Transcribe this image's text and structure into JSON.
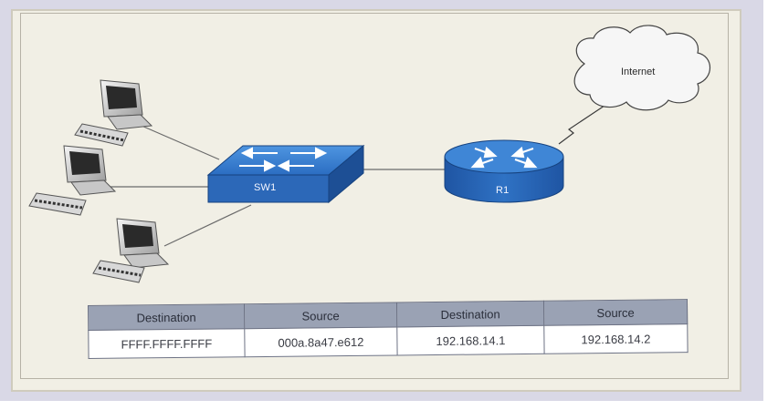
{
  "diagram": {
    "switch_label": "SW1",
    "router_label": "R1",
    "cloud_label": "Internet"
  },
  "table": {
    "headers": [
      "Destination",
      "Source",
      "Destination",
      "Source"
    ],
    "row": [
      "FFFF.FFFF.FFFF",
      "000a.8a47.e612",
      "192.168.14.1",
      "192.168.14.2"
    ]
  },
  "colors": {
    "device_blue": "#2f72c4",
    "table_header": "#9aa2b4",
    "paper": "#f1efe5"
  },
  "icons": [
    "pc-icon",
    "switch-icon",
    "router-icon",
    "cloud-icon",
    "serial-link-icon"
  ]
}
